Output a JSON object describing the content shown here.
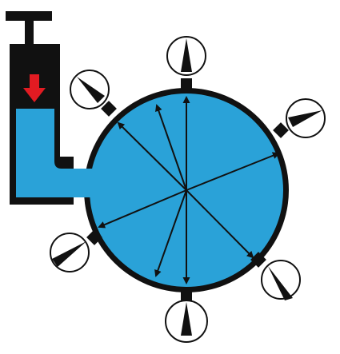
{
  "diagram": {
    "colors": {
      "background": "#ffffff",
      "fluid": "#2aa2d8",
      "outline": "#111111",
      "gauge_face": "#ffffff",
      "needle": "#111111",
      "piston_arrow": "#e21b22"
    },
    "elements": {
      "piston_handle": "t-handle",
      "piston_rod": "rod",
      "piston_head": "piston",
      "force_arrow": "down-arrow",
      "cylinder": "cylinder-with-fluid",
      "connecting_pipe": "l-shaped-pipe",
      "sphere": "fluid-filled-sphere",
      "pressure_arrows": "eight-outward-arrows",
      "gauges": "six-pressure-gauges"
    },
    "gauge_count": 6,
    "pressure_arrow_count": 8
  }
}
